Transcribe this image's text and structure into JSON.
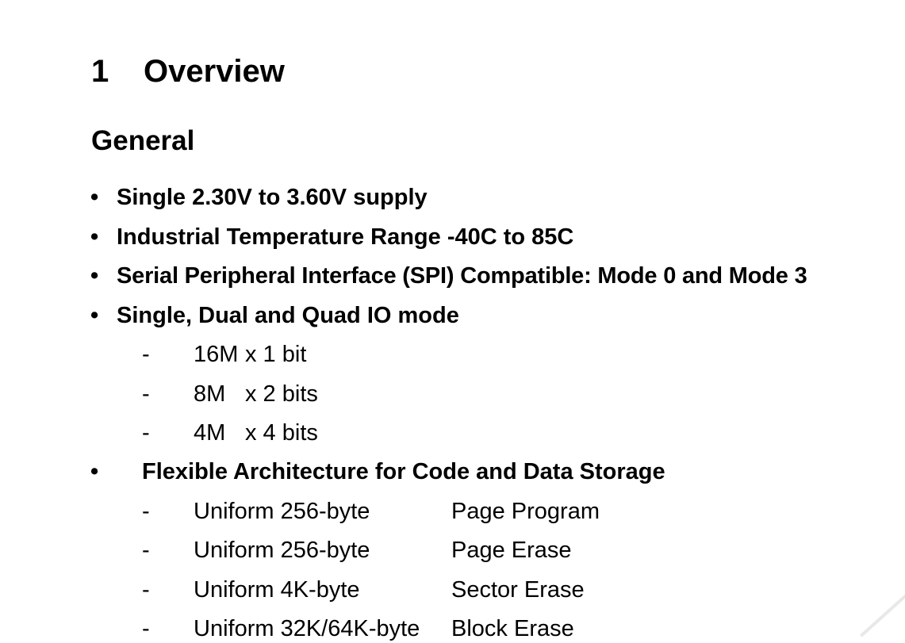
{
  "section": {
    "number": "1",
    "title": "Overview"
  },
  "subsection": "General",
  "bullets": {
    "b1": "Single 2.30V to 3.60V supply",
    "b2": "Industrial Temperature Range -40C to 85C",
    "b3": "Serial Peripheral Interface (SPI) Compatible: Mode 0 and Mode 3",
    "b4": "Single, Dual and Quad IO mode",
    "b5": "Flexible Architecture for Code and Data Storage"
  },
  "bullet_symbol": "•",
  "dash_symbol": "-",
  "io_modes": [
    {
      "size": "16M",
      "width": "x 1 bit"
    },
    {
      "size": "8M",
      "width": "x 2 bits"
    },
    {
      "size": "4M",
      "width": "x 4 bits"
    }
  ],
  "architecture": [
    {
      "unit": "Uniform 256-byte",
      "operation": "Page Program"
    },
    {
      "unit": "Uniform 256-byte",
      "operation": "Page Erase"
    },
    {
      "unit": "Uniform 4K-byte",
      "operation": "Sector Erase"
    },
    {
      "unit": "Uniform 32K/64K-byte",
      "operation": "Block Erase"
    }
  ]
}
